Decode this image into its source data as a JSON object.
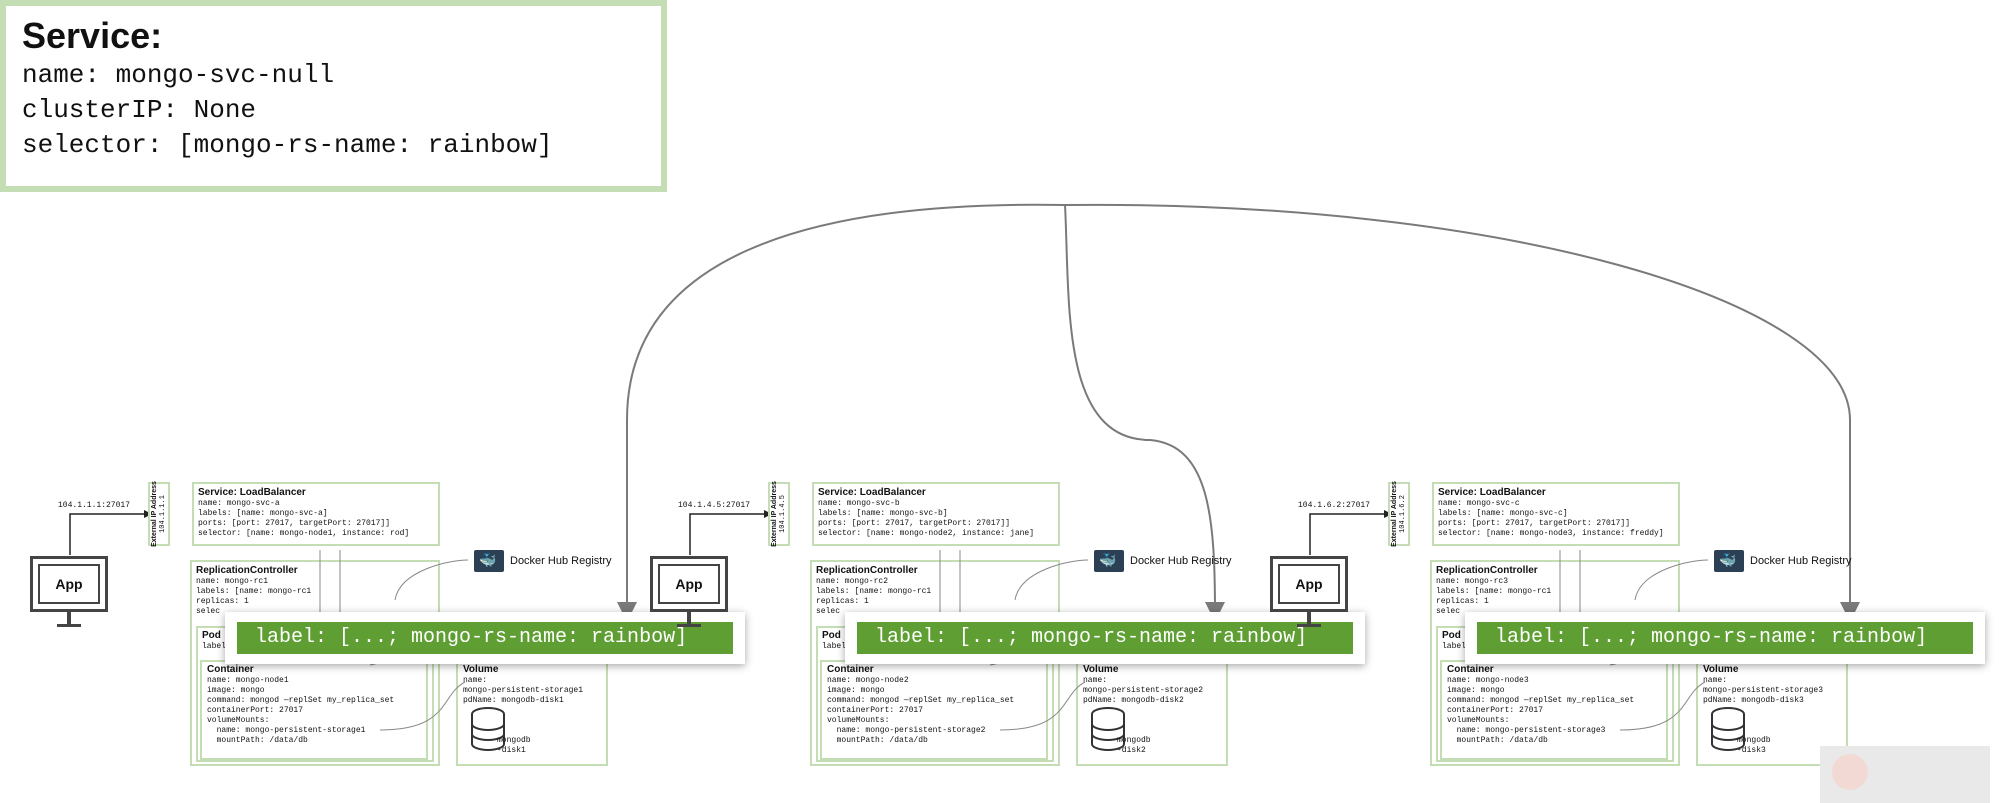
{
  "service": {
    "title": "Service:",
    "lines": [
      "name: mongo-svc-null",
      "clusterIP: None",
      "selector: [mongo-rs-name: rainbow]"
    ]
  },
  "label_banner": {
    "text": "label: [...; mongo-rs-name: rainbow]"
  },
  "docker_label": "Docker Hub Registry",
  "app_label": "App",
  "ext_ip_title": "External IP Address",
  "lb_title": "Service: LoadBalancer",
  "rc_title": "ReplicationController",
  "pod_title": "Pod",
  "pod_label_line": "label",
  "container_title": "Container",
  "volume_title": "Volume",
  "nodes": [
    {
      "ip_port": "104.1.1.1:27017",
      "ext_ip": "104.1.1.1",
      "lb_lines": [
        "name: mongo-svc-a",
        "labels: [name: mongo-svc-a]",
        "ports: [port: 27017, targetPort: 27017]]",
        "selector: [name: mongo-node1, instance: rod]"
      ],
      "rc_lines": [
        "name: mongo-rc1",
        "labels: [name: mongo-rc1",
        "replicas: 1",
        "selec"
      ],
      "container_lines": [
        "name: mongo-node1",
        "image: mongo",
        "command: mongod —replSet my_replica_set",
        "containerPort: 27017",
        "volumeMounts:",
        "  name: mongo-persistent-storage1",
        "  mountPath: /data/db"
      ],
      "volume_lines": [
        "name:",
        "mongo-persistent-storage1",
        "pdName: mongodb-disk1"
      ],
      "disk_label": [
        "mongodb",
        "-disk1"
      ]
    },
    {
      "ip_port": "104.1.4.5:27017",
      "ext_ip": "104.1.4.5",
      "lb_lines": [
        "name: mongo-svc-b",
        "labels: [name: mongo-svc-b]",
        "ports: [port: 27017, targetPort: 27017]]",
        "selector: [name: mongo-node2, instance: jane]"
      ],
      "rc_lines": [
        "name: mongo-rc2",
        "labels: [name: mongo-rc1",
        "replicas: 1",
        "selec"
      ],
      "container_lines": [
        "name: mongo-node2",
        "image: mongo",
        "command: mongod —replSet my_replica_set",
        "containerPort: 27017",
        "volumeMounts:",
        "  name: mongo-persistent-storage2",
        "  mountPath: /data/db"
      ],
      "volume_lines": [
        "name:",
        "mongo-persistent-storage2",
        "pdName: mongodb-disk2"
      ],
      "disk_label": [
        "mongodb",
        "-disk2"
      ]
    },
    {
      "ip_port": "104.1.6.2:27017",
      "ext_ip": "104.1.6.2",
      "lb_lines": [
        "name: mongo-svc-c",
        "labels: [name: mongo-svc-c]",
        "ports: [port: 27017, targetPort: 27017]]",
        "selector: [name: mongo-node3, instance: freddy]"
      ],
      "rc_lines": [
        "name: mongo-rc3",
        "labels: [name: mongo-rc1",
        "replicas: 1",
        "selec"
      ],
      "container_lines": [
        "name: mongo-node3",
        "image: mongo",
        "command: mongod —replSet my_replica_set",
        "containerPort: 27017",
        "volumeMounts:",
        "  name: mongo-persistent-storage3",
        "  mountPath: /data/db"
      ],
      "volume_lines": [
        "name:",
        "mongo-persistent-storage3",
        "pdName: mongodb-disk3"
      ],
      "disk_label": [
        "mongodb",
        "-disk3"
      ]
    }
  ],
  "colors": {
    "box_border": "#c5ddb4",
    "label_green": "#5e9e32",
    "arrow": "#7a7a7a"
  }
}
